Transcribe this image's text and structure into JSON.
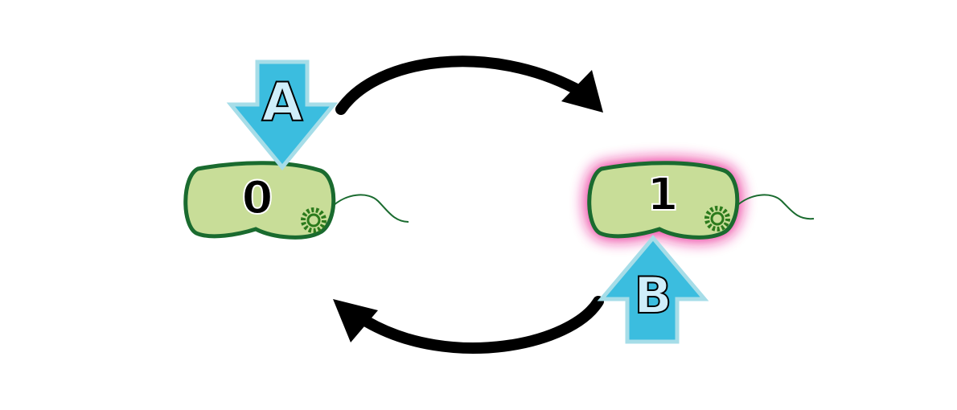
{
  "diagram": {
    "states": [
      {
        "label": "0",
        "glowing": false
      },
      {
        "label": "1",
        "glowing": true
      }
    ],
    "inputs": [
      {
        "label": "A",
        "direction": "down"
      },
      {
        "label": "B",
        "direction": "up"
      }
    ],
    "colors": {
      "cell_fill": "#c8dd98",
      "cell_stroke": "#1a6b2f",
      "flagellum": "#1a6b2f",
      "gear": "#2b7a1c",
      "glow": "#e8148c",
      "input_arrow_fill": "#3bbddf",
      "input_arrow_stroke": "#a6dde8",
      "input_letter_fill": "#cfeefa",
      "transition_arrow": "#000000",
      "number_fill": "#000000",
      "number_stroke": "#ffffff"
    }
  }
}
